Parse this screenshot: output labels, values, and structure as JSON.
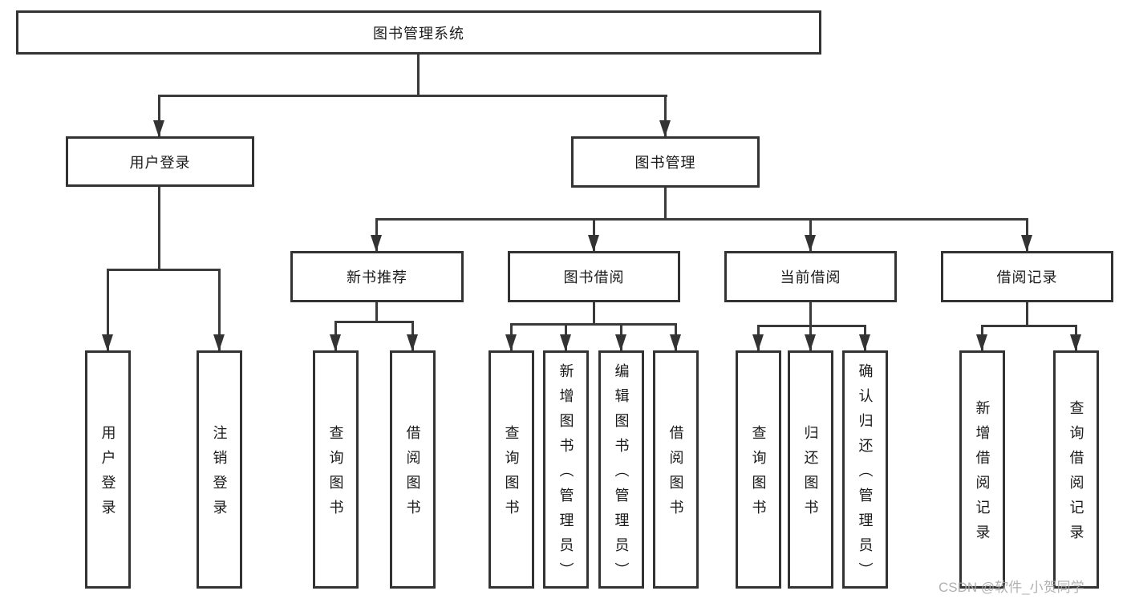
{
  "root": {
    "label": "图书管理系统"
  },
  "branches": [
    {
      "label": "用户登录",
      "children": [
        {
          "label": "用户登录"
        },
        {
          "label": "注销登录"
        }
      ]
    },
    {
      "label": "图书管理",
      "children": [
        {
          "label": "新书推荐",
          "children": [
            {
              "label": "查询图书"
            },
            {
              "label": "借阅图书"
            }
          ]
        },
        {
          "label": "图书借阅",
          "children": [
            {
              "label": "查询图书"
            },
            {
              "label": "新增图书（管理员）"
            },
            {
              "label": "编辑图书（管理员）"
            },
            {
              "label": "借阅图书"
            }
          ]
        },
        {
          "label": "当前借阅",
          "children": [
            {
              "label": "查询图书"
            },
            {
              "label": "归还图书"
            },
            {
              "label": "确认归还（管理员）"
            }
          ]
        },
        {
          "label": "借阅记录",
          "children": [
            {
              "label": "新增借阅记录"
            },
            {
              "label": "查询借阅记录"
            }
          ]
        }
      ]
    }
  ],
  "watermark": {
    "text": "CSDN @软件_小贺同学"
  },
  "colors": {
    "box_border": "#333333",
    "connector": "#3a3a3a",
    "text": "#1a1a1a",
    "watermark": "#a9a9a9",
    "background": "#ffffff"
  }
}
